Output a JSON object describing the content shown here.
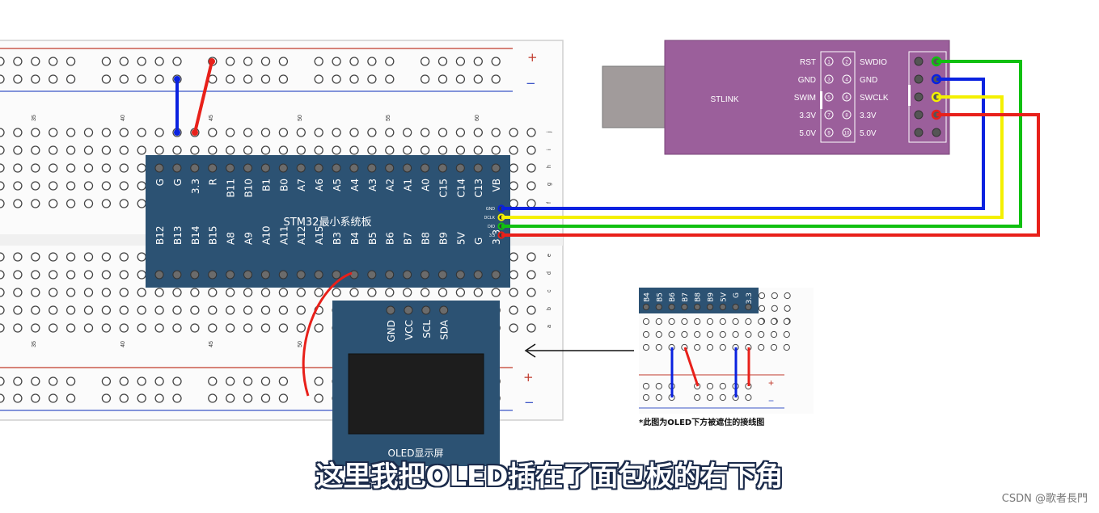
{
  "breadboard": {
    "column_numbers_top": [
      "35",
      "40",
      "45",
      "50",
      "55",
      "60"
    ],
    "column_numbers_bottom": [
      "35",
      "40",
      "45",
      "50"
    ],
    "row_letters_top": [
      "j",
      "i",
      "h",
      "g",
      "f"
    ],
    "row_letters_bottom": [
      "e",
      "d",
      "c",
      "b",
      "a"
    ],
    "rail_plus": "+",
    "rail_minus": "−"
  },
  "stm32": {
    "title": "STM32最小系统板",
    "top_pins": [
      "G",
      "G",
      "3.3",
      "R",
      "B11",
      "B10",
      "B1",
      "B0",
      "A7",
      "A6",
      "A5",
      "A4",
      "A3",
      "A2",
      "A1",
      "A0",
      "C15",
      "C14",
      "C13",
      "VB"
    ],
    "bottom_pins": [
      "B12",
      "B13",
      "B14",
      "B15",
      "A8",
      "A9",
      "A10",
      "A11",
      "A12",
      "A15",
      "B3",
      "B4",
      "B5",
      "B6",
      "B7",
      "B8",
      "B9",
      "5V",
      "G",
      "3.3"
    ],
    "debug_pins": [
      "GND",
      "DCLK",
      "DIO",
      "3.3"
    ]
  },
  "stlink": {
    "title": "STLINK",
    "left_labels": [
      "RST",
      "GND",
      "SWIM",
      "3.3V",
      "5.0V"
    ],
    "pin_numbers": [
      [
        "1",
        "2"
      ],
      [
        "3",
        "4"
      ],
      [
        "5",
        "6"
      ],
      [
        "7",
        "8"
      ],
      [
        "9",
        "10"
      ]
    ],
    "right_labels": [
      "SWDIO",
      "GND",
      "SWCLK",
      "3.3V",
      "5.0V"
    ]
  },
  "oled": {
    "pins": [
      "GND",
      "VCC",
      "SCL",
      "SDA"
    ],
    "title": "OLED显示屏"
  },
  "inset": {
    "pins": [
      "B4",
      "B5",
      "B6",
      "B7",
      "B8",
      "B9",
      "5V",
      "G",
      "3.3"
    ],
    "caption": "*此图为OLED下方被遮住的接线图",
    "plus": "+",
    "minus": "−"
  },
  "wire_colors": {
    "gnd": "#0a22e0",
    "clk": "#f4f000",
    "dio": "#10c010",
    "v33": "#e8201a",
    "board": "#2c5273",
    "stlink": "#9b5f9b"
  },
  "subtitle": "这里我把OLED插在了面包板的右下角",
  "watermark": "CSDN @歌者長門"
}
